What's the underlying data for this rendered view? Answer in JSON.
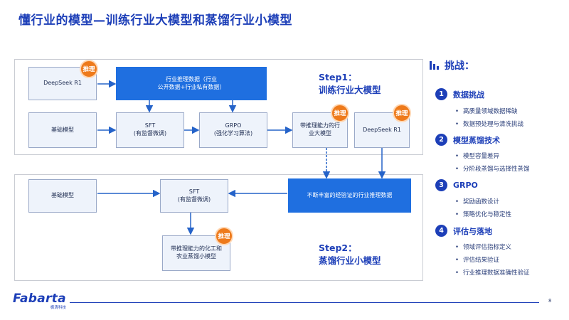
{
  "title": "懂行业的模型—训练行业大模型和蒸馏行业小模型",
  "diagram": {
    "step1": {
      "label": "Step1：",
      "desc": "训练行业大模型"
    },
    "step2": {
      "label": "Step2：",
      "desc": "蒸馏行业小模型"
    },
    "badge_text": "推理",
    "boxes": {
      "deepseek_r1_top": "DeepSeek R1",
      "industry_data": "行业推理数据（行业\n公开数据+行业私有数据）",
      "base_model_1": "基础模型",
      "sft_1": "SFT\n(有监督微调)",
      "grpo": "GRPO\n(强化学习算法)",
      "reasoning_large": "带推理能力的行\n业大模型",
      "deepseek_r1_right": "DeepSeek R1",
      "base_model_2": "基础模型",
      "sft_2": "SFT\n(有监督微调)",
      "validated_data": "不断丰富的经验证的行业推理数据",
      "reasoning_small": "带推理能力的化工和\n农业蒸馏小模型"
    }
  },
  "challenges": {
    "heading": "挑战：",
    "sections": [
      {
        "num": "1",
        "title": "数据挑战",
        "items": [
          "高质量领域数据稀缺",
          "数据预处理与清洗挑战"
        ]
      },
      {
        "num": "2",
        "title": "模型蒸馏技术",
        "items": [
          "模型容量差异",
          "分阶段蒸馏与选择性蒸馏"
        ]
      },
      {
        "num": "3",
        "title": "GRPO",
        "items": [
          "奖励函数设计",
          "策略优化与稳定性"
        ]
      },
      {
        "num": "4",
        "title": "评估与落地",
        "items": [
          "领域评估指标定义",
          "评估结果验证",
          "行业推理数据准确性验证"
        ]
      }
    ]
  },
  "footer": {
    "logo": "Fabarta",
    "logo_sub": "枫清科技",
    "page": "8"
  },
  "colors": {
    "accent": "#1d3fb8",
    "box_blue": "#1f6fe0",
    "badge": "#ee7a1b"
  }
}
